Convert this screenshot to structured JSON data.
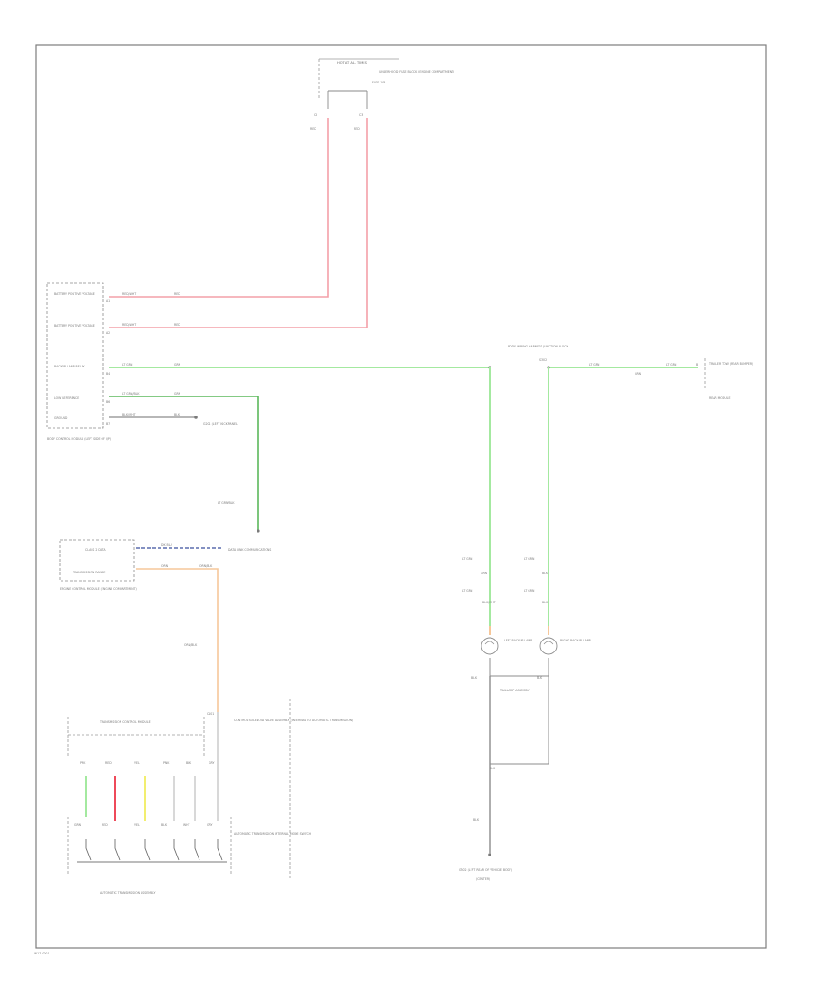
{
  "labels": {
    "hot_all_times": "HOT AT ALL TIMES",
    "underhood_fuse": "UNDERHOOD FUSE BLOCK (ENGINE COMPARTMENT)",
    "fuse": "FUSE 10A",
    "c_top_left": "C2",
    "c_top_right": "C3",
    "red_a": "RED",
    "red_b": "RED",
    "bcm_battery_1": "BATTERY POSITIVE VOLTAGE",
    "bcm_battery_2": "BATTERY POSITIVE VOLTAGE",
    "bcm_hdlp_switch": "BACKUP LAMP RELAY",
    "bcm_backup_ctrl": "LOW REFERENCE",
    "bcm_ground": "GROUND",
    "bcm_module": "BODY CONTROL MODULE (LEFT SIDE OF I/P)",
    "w1_code": "RED/WHT",
    "w1_b": "RED",
    "w2_code": "RED/WHT",
    "w2_b": "RED",
    "w3_code": "LT GRN",
    "w3_b": "GRN",
    "w4_code": "LT GRN/BLK",
    "w4_b": "GRN",
    "w5_code": "BLK/WHT",
    "w5_b": "BLK",
    "g_ground": "G201 (LEFT KICK PANEL)",
    "pin_a": "A1",
    "pin_b": "A2",
    "pin_c": "B4",
    "pin_d": "B6",
    "pin_e": "B7",
    "right_harness": "BODY WIRING HARNESS JUNCTION BLOCK",
    "right_splice": "S302",
    "right_module": "TRAILER TOW (REAR BUMPER)",
    "right_module_2": "REAR MODULE",
    "right_code_a": "LT GRN",
    "right_code_b": "GRN",
    "right_code_c": "LT GRN",
    "right_pin": "B",
    "ecm_class2": "CLASS 2 DATA",
    "ecm_trans": "TRANSMISSION RANGE",
    "ecm_module": "ENGINE CONTROL MODULE (ENGINE COMPARTMENT)",
    "data_link": "DATA LINK COMMUNICATIONS",
    "ecm_code_a": "DK BLU",
    "ecm_code_b": "ORN",
    "ecm_code_c": "ORN/BLK",
    "ltgrn_drop": "LT GRN/BLK",
    "orn_drop": "ORN/BLK",
    "tcm_title": "TRANSMISSION CONTROL MODULE",
    "tcm_desc": "CONTROL SOLENOID VALVE ASSEMBLY (INTERNAL TO AUTOMATIC TRANSMISSION)",
    "tcm_c": "C101",
    "tcm_p1": "PNK",
    "tcm_p2": "RED",
    "tcm_p3": "YEL",
    "tcm_p4": "PNK",
    "tcm_p5": "BLK",
    "tcm_p6": "GRY",
    "sw_1": "GRN",
    "sw_2": "RED",
    "sw_3": "YEL",
    "sw_4": "BLK",
    "sw_5": "WHT",
    "sw_6": "GRY",
    "tcm_pins_desc": "AUTOMATIC TRANSMISSION INTERNAL MODE SWITCH",
    "trans_assembly": "AUTOMATIC TRANSMISSION ASSEMBLY",
    "lamp_code_1": "LT GRN",
    "lamp_code_2": "GRN",
    "lamp_code_3": "LT GRN",
    "lamp_code_4": "BLK",
    "lamp_left": "LEFT BACKUP LAMP",
    "lamp_right": "RIGHT BACKUP LAMP",
    "lamp_code_5": "LT GRN",
    "lamp_code_6": "BLK/WHT",
    "lamp_code_7": "LT GRN",
    "lamp_code_8": "BLK",
    "tail_assembly": "TAILLAMP ASSEMBLY",
    "lamp_pin_l": "BLK",
    "lamp_pin_r": "BLK",
    "ground_code": "BLK",
    "ground_code_2": "BLK",
    "ground_point": "G302 (LEFT REAR OF VEHICLE BODY)",
    "ground_point_2": "(CENTER)",
    "footer_code": "W17-0001"
  },
  "colors": {
    "red_wire": "#f3a0a8",
    "green_wire": "#a4e9a0",
    "dark_green_wire": "#5cb85c",
    "orange_wire": "#f6c79a",
    "blue_wire": "#3b4f9e",
    "yellow_wire": "#f2ee70",
    "bright_red": "#ee4a5a",
    "gray_wire": "#8c8c8c"
  }
}
